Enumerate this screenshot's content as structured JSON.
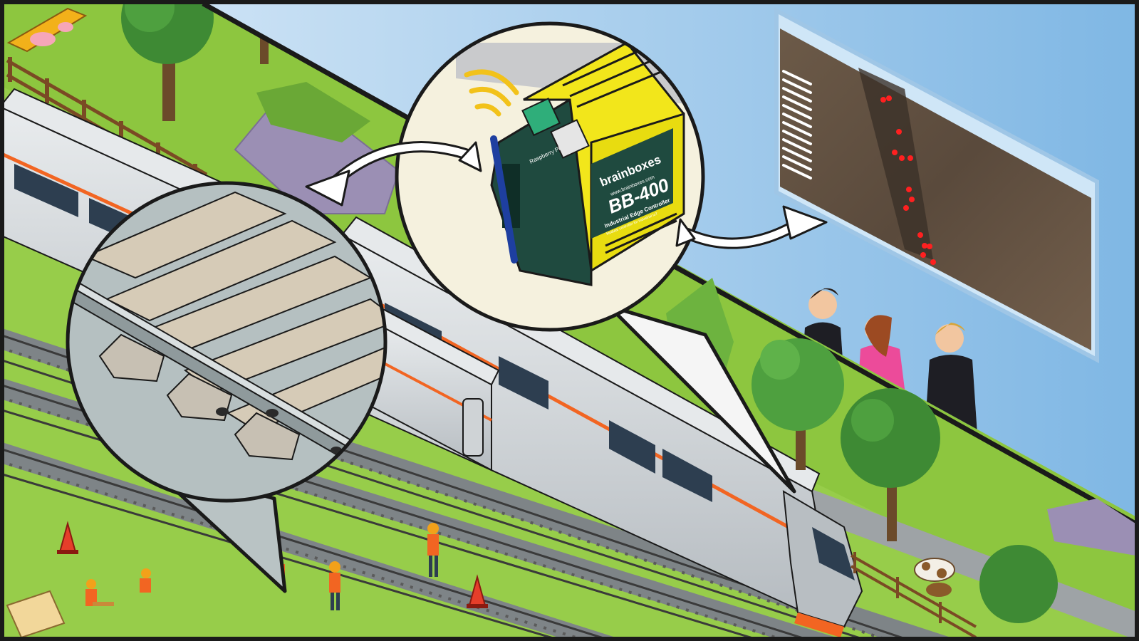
{
  "device": {
    "brand": "brainboxes",
    "website": "www.brainboxes.com",
    "model": "BB-400",
    "subtitle": "Industrial Edge Controller",
    "fineprint": "Modular controller for industrial IoT",
    "board_label": "Raspberry Pi",
    "antenna_label": "Wi-Fi antenna"
  },
  "screen": {
    "menu_lines": 12,
    "detections": 14
  },
  "colors": {
    "sky": "#b9d7f0",
    "grass": "#8dc63f",
    "device_yellow": "#f2e61b",
    "device_dark": "#1f4a3f",
    "train_silver": "#cfd3d6",
    "train_stripe": "#f26522",
    "outline": "#1a1a1a",
    "detection_red": "#ff2020"
  },
  "icons": [
    "wifi-icon",
    "cow-icon",
    "pig-icon",
    "traffic-cone-icon"
  ]
}
